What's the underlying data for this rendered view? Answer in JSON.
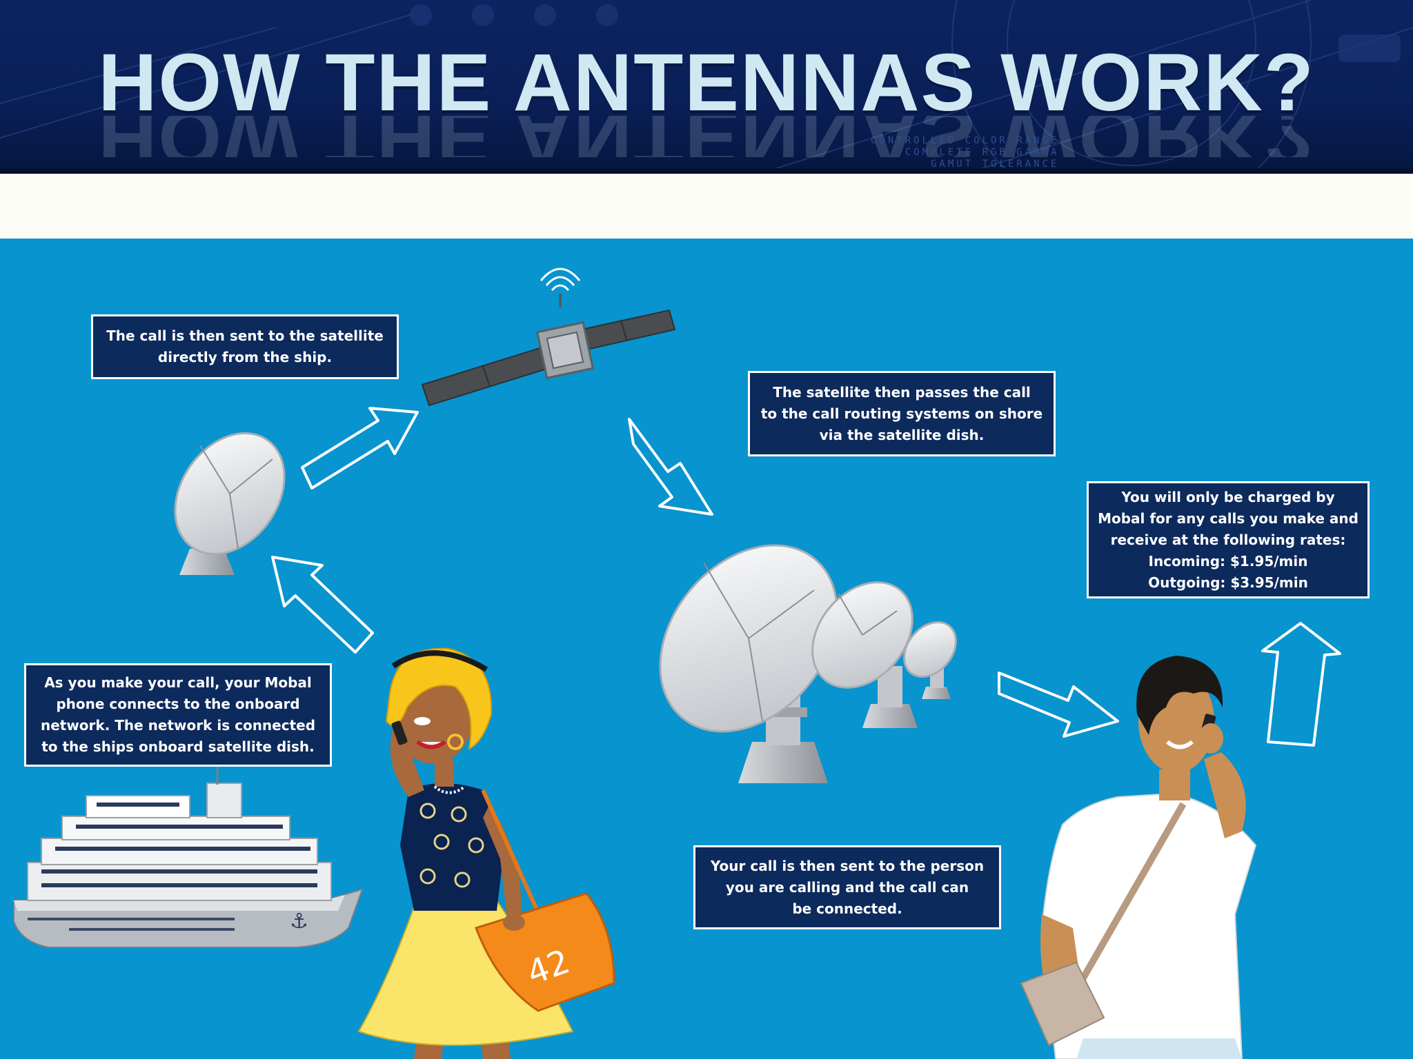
{
  "title": "HOW THE ANTENNAS WORK?",
  "banner_small_text": [
    "CONTROLLED COLOR RANGE",
    "COMPLETE RGB GAMMA",
    "GAMUT TOLERANCE"
  ],
  "colors": {
    "banner": "#0a1f57",
    "background": "#0794cf",
    "box": "#0d2a5c",
    "title": "#cfe8f2"
  },
  "boxes": {
    "satellite_send": [
      "The call is then sent to the satellite",
      "directly from the ship."
    ],
    "satellite_pass": [
      "The satellite then passes the call",
      "to the call routing systems on shore",
      "via the satellite dish."
    ],
    "charges": [
      "You will only be charged by",
      "Mobal for any calls you make and",
      "receive at the following rates:",
      "Incoming: $1.95/min",
      "Outgoing: $3.95/min"
    ],
    "make_call": [
      "As you make your call, your Mobal",
      "phone connects to the onboard",
      "network. The network is connected",
      "to the ships onboard satellite dish."
    ],
    "person": [
      "Your call is then sent to the person",
      "you are calling and  the call can",
      "be connected."
    ]
  },
  "bag_text": "42",
  "icons": [
    "satellite-icon",
    "ship-dish-icon",
    "shore-dishes-icon",
    "cruise-ship-icon",
    "woman-on-phone-icon",
    "man-on-phone-icon",
    "arrow-icon"
  ]
}
